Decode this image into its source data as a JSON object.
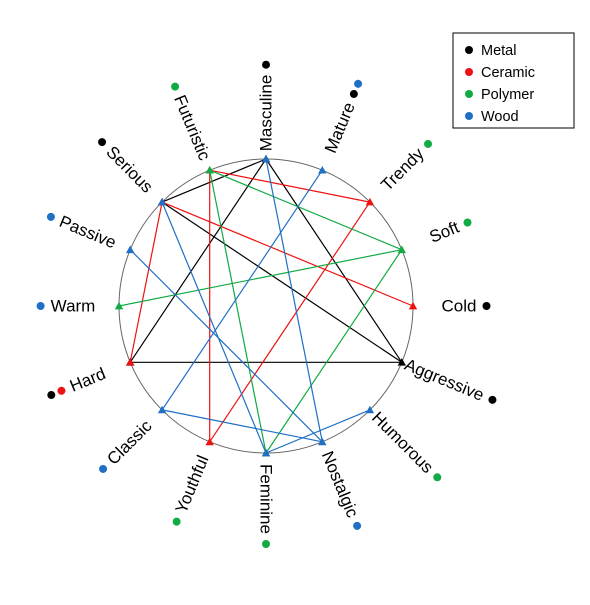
{
  "colors": {
    "Metal": "#000000",
    "Ceramic": "#ee1111",
    "Polymer": "#11aa44",
    "Wood": "#1f6fc5",
    "circle": "#666666"
  },
  "legend": [
    {
      "name": "Metal",
      "label": "Metal"
    },
    {
      "name": "Ceramic",
      "label": "Ceramic"
    },
    {
      "name": "Polymer",
      "label": "Polymer"
    },
    {
      "name": "Wood",
      "label": "Wood"
    }
  ],
  "terms": [
    {
      "id": "masculine",
      "label": "Masculine",
      "dots": [
        "Metal"
      ]
    },
    {
      "id": "mature",
      "label": "Mature",
      "dots": [
        "Metal",
        "Wood"
      ]
    },
    {
      "id": "trendy",
      "label": "Trendy",
      "dots": [
        "Polymer"
      ]
    },
    {
      "id": "soft",
      "label": "Soft",
      "dots": [
        "Polymer"
      ]
    },
    {
      "id": "cold",
      "label": "Cold",
      "dots": [
        "Metal"
      ]
    },
    {
      "id": "aggressive",
      "label": "Aggressive",
      "dots": [
        "Metal"
      ]
    },
    {
      "id": "humorous",
      "label": "Humorous",
      "dots": [
        "Polymer"
      ]
    },
    {
      "id": "nostalgic",
      "label": "Nostalgic",
      "dots": [
        "Wood"
      ]
    },
    {
      "id": "feminine",
      "label": "Feminine",
      "dots": [
        "Polymer"
      ]
    },
    {
      "id": "youthful",
      "label": "Youthful",
      "dots": [
        "Polymer"
      ]
    },
    {
      "id": "classic",
      "label": "Classic",
      "dots": [
        "Wood"
      ]
    },
    {
      "id": "hard",
      "label": "Hard",
      "dots": [
        "Ceramic",
        "Metal"
      ]
    },
    {
      "id": "warm",
      "label": "Warm",
      "dots": [
        "Wood"
      ]
    },
    {
      "id": "passive",
      "label": "Passive",
      "dots": [
        "Wood"
      ]
    },
    {
      "id": "serious",
      "label": "Serious",
      "dots": [
        "Metal"
      ]
    },
    {
      "id": "futuristic",
      "label": "Futuristic",
      "dots": [
        "Polymer"
      ]
    }
  ],
  "connections": {
    "Metal": [
      [
        "masculine",
        "serious"
      ],
      [
        "masculine",
        "hard"
      ],
      [
        "serious",
        "aggressive"
      ],
      [
        "hard",
        "aggressive"
      ],
      [
        "masculine",
        "aggressive"
      ]
    ],
    "Ceramic": [
      [
        "futuristic",
        "trendy"
      ],
      [
        "futuristic",
        "youthful"
      ],
      [
        "serious",
        "cold"
      ],
      [
        "serious",
        "hard"
      ],
      [
        "trendy",
        "youthful"
      ]
    ],
    "Polymer": [
      [
        "futuristic",
        "soft"
      ],
      [
        "futuristic",
        "feminine"
      ],
      [
        "soft",
        "warm"
      ],
      [
        "feminine",
        "soft"
      ]
    ],
    "Wood": [
      [
        "masculine",
        "nostalgic"
      ],
      [
        "serious",
        "feminine"
      ],
      [
        "mature",
        "classic"
      ],
      [
        "passive",
        "nostalgic"
      ],
      [
        "classic",
        "nostalgic"
      ],
      [
        "feminine",
        "humorous"
      ]
    ]
  }
}
